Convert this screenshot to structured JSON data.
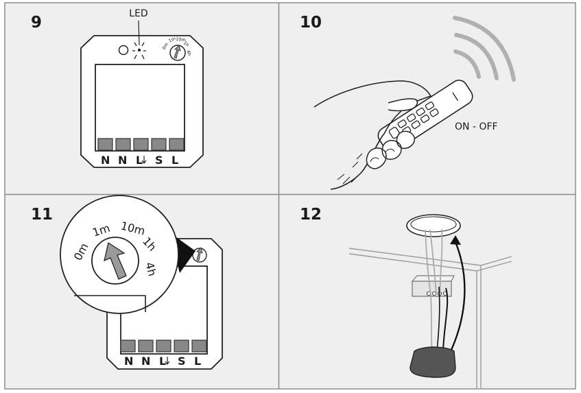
{
  "panels": [
    {
      "number": "9"
    },
    {
      "number": "10"
    },
    {
      "number": "11"
    },
    {
      "number": "12"
    }
  ],
  "panel9": {
    "led_label": "LED",
    "dial_ticks": [
      "0m",
      "1m",
      "10m",
      "1h",
      "4h"
    ],
    "terminals": [
      "N",
      "N",
      "L",
      "S",
      "L"
    ]
  },
  "panel10": {
    "remote_caption": "ON - OFF"
  },
  "panel11": {
    "dial_ticks": [
      "0m",
      "1m",
      "10m",
      "1h",
      "4h"
    ],
    "terminals": [
      "N",
      "N",
      "L",
      "S",
      "L"
    ]
  }
}
